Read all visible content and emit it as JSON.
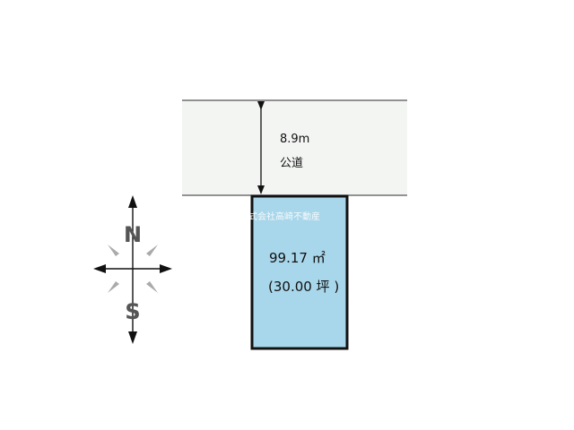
{
  "road": {
    "width_label": "8.9m",
    "name": "公道"
  },
  "lot": {
    "area": "99.17 ㎡",
    "area_tsubo": "(30.00 坪 )",
    "watermark": "式会社高崎不動産"
  },
  "compass": {
    "north": "N",
    "south": "S"
  },
  "colors": {
    "road_fill": "#f3f5f3",
    "lot_fill": "#a8d6ea",
    "compass": "#555555"
  }
}
